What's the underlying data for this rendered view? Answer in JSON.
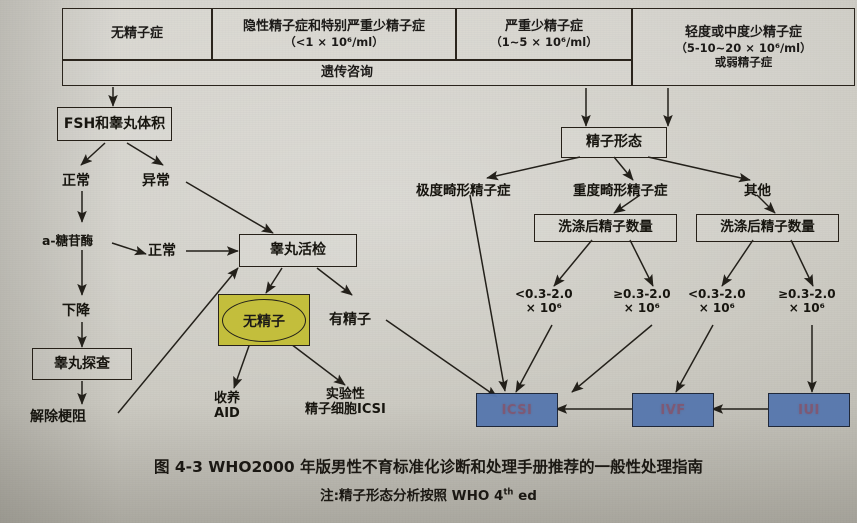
{
  "figure": {
    "caption_main": "图 4-3   WHO2000 年版男性不育标准化诊断和处理手册推荐的一般性处理指南",
    "caption_note_prefix": "注:精子形态分析按照 WHO 4",
    "caption_note_sup": "th",
    "caption_note_suffix": " ed"
  },
  "header": {
    "cells": [
      {
        "title": "无精子症",
        "sub": ""
      },
      {
        "title": "隐性精子症和特别严重少精子症",
        "sub": "（<1 × 10⁶/ml）"
      },
      {
        "title": "严重少精子症",
        "sub": "（1~5 × 10⁶/ml）"
      },
      {
        "title": "轻度或中度少精子症",
        "sub": "（5-10~20 × 10⁶/ml）",
        "sub2": "或弱精子症"
      }
    ],
    "span_row_label": "遗传咨询"
  },
  "left_branch": {
    "fsh_box": "FSH和睾丸体积",
    "normal_1": "正常",
    "abnormal": "异常",
    "alpha_glucosidase": "a-糖苷酶",
    "normal_2": "正常",
    "decreased": "下降",
    "exploration_box": "睾丸探查",
    "relieve_obstruction": "解除梗阻"
  },
  "middle_branch": {
    "biopsy_box": "睾丸活检",
    "azoospermia_oval": "无精子",
    "sperm_present": "有精子",
    "adoption_line1": "收养",
    "adoption_line2": "AID",
    "experimental_line1": "实验性",
    "experimental_line2": "精子细胞ICSI"
  },
  "right_branch": {
    "morphology_box": "精子形态",
    "extreme_terato": "极度畸形精子症",
    "severe_terato": "重度畸形精子症",
    "other": "其他",
    "washed_count_box_1": "洗涤后精子数量",
    "washed_count_box_2": "洗涤后精子数量",
    "thresholds": [
      {
        "line1": "<0.3-2.0",
        "line2": "× 10⁶"
      },
      {
        "line1": "≥0.3-2.0",
        "line2": "× 10⁶"
      },
      {
        "line1": "<0.3-2.0",
        "line2": "× 10⁶"
      },
      {
        "line1": "≥0.3-2.0",
        "line2": "× 10⁶"
      }
    ]
  },
  "outcomes": [
    {
      "label": "ICSI"
    },
    {
      "label": "IVF"
    },
    {
      "label": "IUI"
    }
  ],
  "colors": {
    "paper": "#cfcdc6",
    "ink": "#1c1a18",
    "highlight_yellow": "#c3be3c",
    "outcome_blue": "#5878ae",
    "outcome_text_red": "#9a3b44"
  }
}
